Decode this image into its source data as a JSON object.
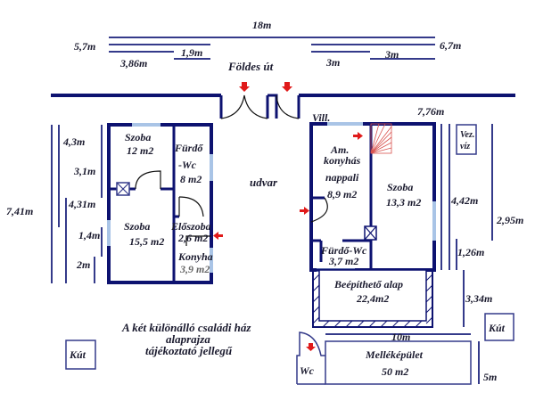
{
  "title_note": {
    "line1": "A két különálló családi ház",
    "line2": "alaprajza",
    "line3": "tájékoztató jellegű"
  },
  "top_dimensions": {
    "total": "18m",
    "left_width": "5,7m",
    "left_a": "3,86m",
    "left_b": "1,9m",
    "right_width": "6,7m",
    "right_a": "3m",
    "right_b": "3m"
  },
  "road_label": "Földes út",
  "yard_label": "udvar",
  "left_house": {
    "dims": {
      "total": "7,41m",
      "a": "4,3m",
      "b": "3,1m",
      "c": "4,31m",
      "d": "1,4m",
      "e": "2m"
    },
    "rooms": [
      {
        "name": "Szoba",
        "area": "12 m2"
      },
      {
        "name": "Fürdő",
        "name2": "-Wc",
        "area": "8 m2"
      },
      {
        "name": "Szoba",
        "area": "15,5 m2"
      },
      {
        "name": "Előszoba",
        "area": "2,6 m2"
      },
      {
        "name": "Konyha",
        "area": "3,9 m2"
      }
    ]
  },
  "right_house": {
    "utility_label": "Vill.",
    "width": "7,76m",
    "water_box": {
      "line1": "Vez.",
      "line2": "víz"
    },
    "dims": {
      "a": "4,42m",
      "b": "2,95m",
      "c": "1,26m",
      "d": "3,34m"
    },
    "rooms": [
      {
        "name": "Am.",
        "name2": "konyhás",
        "name3": "nappali",
        "area": "8,9 m2"
      },
      {
        "name": "Szoba",
        "area": "13,3 m2"
      },
      {
        "name": "Fürdő-Wc",
        "area": "3,7 m2"
      },
      {
        "name": "Beépíthető alap",
        "area": "22,4m2"
      }
    ]
  },
  "outbuilding": {
    "width": "10m",
    "depth": "5m",
    "name": "Melléképület",
    "area": "50 m2",
    "wc": "Wc"
  },
  "wells": [
    {
      "label": "Kút"
    },
    {
      "label": "Kút"
    }
  ],
  "colors": {
    "wall": "#0d1270",
    "dimension_line": "#343a8a",
    "window": "#a9c4e6",
    "arrow": "#e01a1a",
    "stairs": "#d9534f"
  }
}
